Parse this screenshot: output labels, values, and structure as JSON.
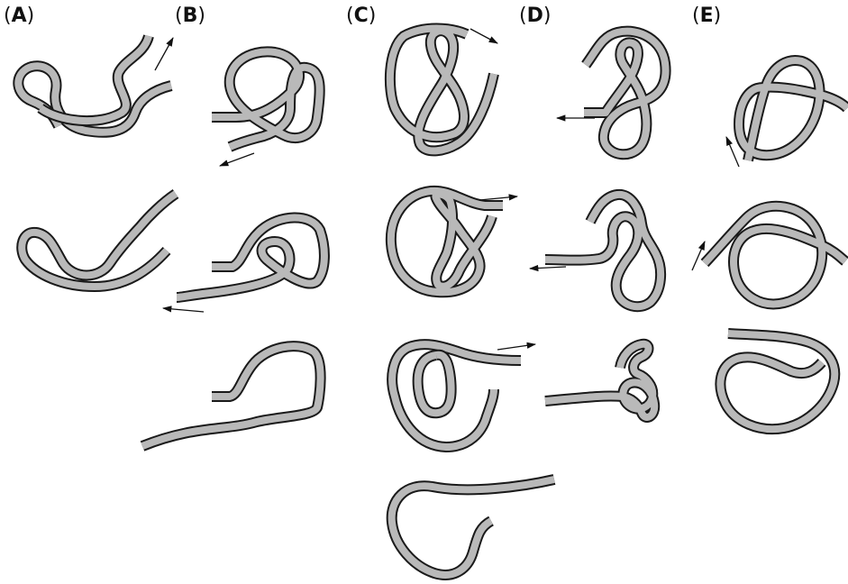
{
  "figure": {
    "panels": [
      {
        "id": "A",
        "open": "(",
        "letter": "A",
        "close": ")"
      },
      {
        "id": "B",
        "open": "(",
        "letter": "B",
        "close": ")"
      },
      {
        "id": "C",
        "open": "(",
        "letter": "C",
        "close": ")"
      },
      {
        "id": "D",
        "open": "(",
        "letter": "D",
        "close": ")"
      },
      {
        "id": "E",
        "open": "(",
        "letter": "E",
        "close": ")"
      }
    ],
    "colors": {
      "rope_outline": "#1a1a1a",
      "rope_fill": "#b9b9b9",
      "arrow": "#111111",
      "background": "#ffffff"
    }
  }
}
